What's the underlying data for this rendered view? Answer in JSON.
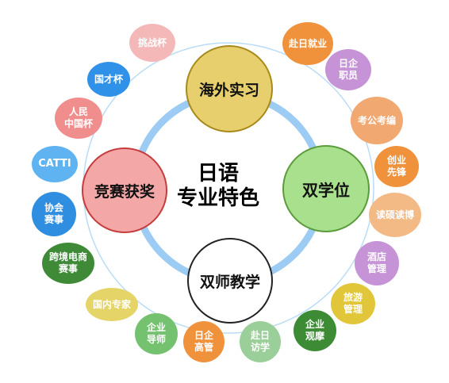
{
  "center": {
    "title": "日语\n专业特色"
  },
  "main_nodes": [
    {
      "key": "overseas",
      "label": "海外实习",
      "fill": "#e6cf6c",
      "border": "#a88a1c"
    },
    {
      "key": "degree",
      "label": "双学位",
      "fill": "#a9e08d",
      "border": "#5a9c3a"
    },
    {
      "key": "teacher",
      "label": "双师教学",
      "fill": "#ffffff",
      "border": "#222222"
    },
    {
      "key": "award",
      "label": "竞赛获奖",
      "fill": "#f4a7a7",
      "border": "#c63c3c"
    }
  ],
  "satellites": [
    {
      "label": "挑战杯",
      "color": "#f4b8b8"
    },
    {
      "label": "国才杯",
      "color": "#2f91e8"
    },
    {
      "label": "人民\n中国杯",
      "color": "#f08e8e"
    },
    {
      "label": "CATTI",
      "color": "#5fb3f0"
    },
    {
      "label": "协会\n赛事",
      "color": "#2f8ee0"
    },
    {
      "label": "跨境电商\n赛事",
      "color": "#3f8a37"
    },
    {
      "label": "国内专家",
      "color": "#e5d468"
    },
    {
      "label": "企业\n导师",
      "color": "#74c170"
    },
    {
      "label": "日企\n高管",
      "color": "#f0923c"
    },
    {
      "label": "赴日\n访学",
      "color": "#9bcf99"
    },
    {
      "label": "企业\n观摩",
      "color": "#3d8c35"
    },
    {
      "label": "旅游\n管理",
      "color": "#e2c63a"
    },
    {
      "label": "酒店\n管理",
      "color": "#c593d6"
    },
    {
      "label": "读硕读博",
      "color": "#f4ba86"
    },
    {
      "label": "创业\n先锋",
      "color": "#f0923c"
    },
    {
      "label": "考公考编",
      "color": "#f2a871"
    },
    {
      "label": "日企\n职员",
      "color": "#c593d6"
    },
    {
      "label": "赴日就业",
      "color": "#f0923c"
    }
  ]
}
